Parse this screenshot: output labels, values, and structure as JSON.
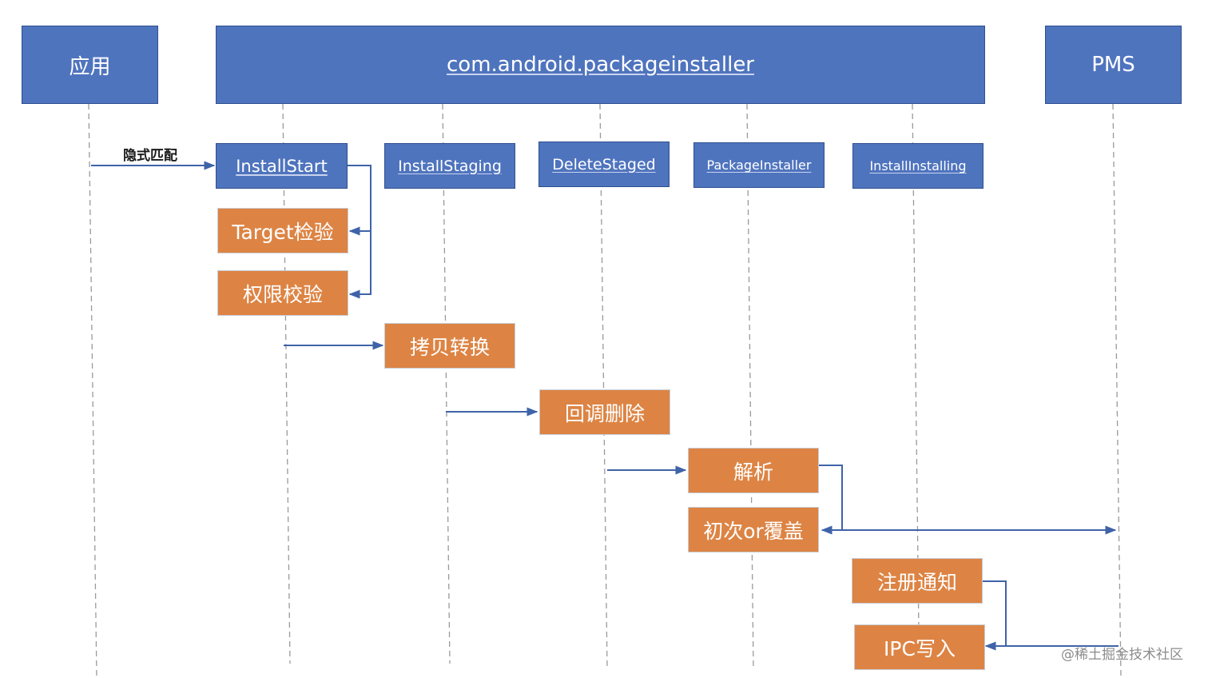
{
  "actors": {
    "app": "应用",
    "installer": "com.android.packageinstaller",
    "pms": "PMS"
  },
  "components": {
    "install_start": "InstallStart",
    "install_staging": "InstallStaging",
    "delete_staged": "DeleteStaged",
    "package_installer": "PackageInstaller",
    "install_installing": "InstallInstalling"
  },
  "steps": {
    "target_check": "Target检验",
    "permission_check": "权限校验",
    "copy_convert": "拷贝转换",
    "callback_delete": "回调删除",
    "parse": "解析",
    "first_or_overwrite": "初次or覆盖",
    "register_notify": "注册通知",
    "ipc_write": "IPC写入"
  },
  "messages": {
    "implicit_match": "隐式匹配"
  },
  "watermark": "@稀土掘金技术社区",
  "colors": {
    "actor_blue": "#4f74be",
    "step_orange": "#dd8444",
    "arrow_blue": "#3f63a8",
    "lifeline": "#9a9a9a"
  }
}
